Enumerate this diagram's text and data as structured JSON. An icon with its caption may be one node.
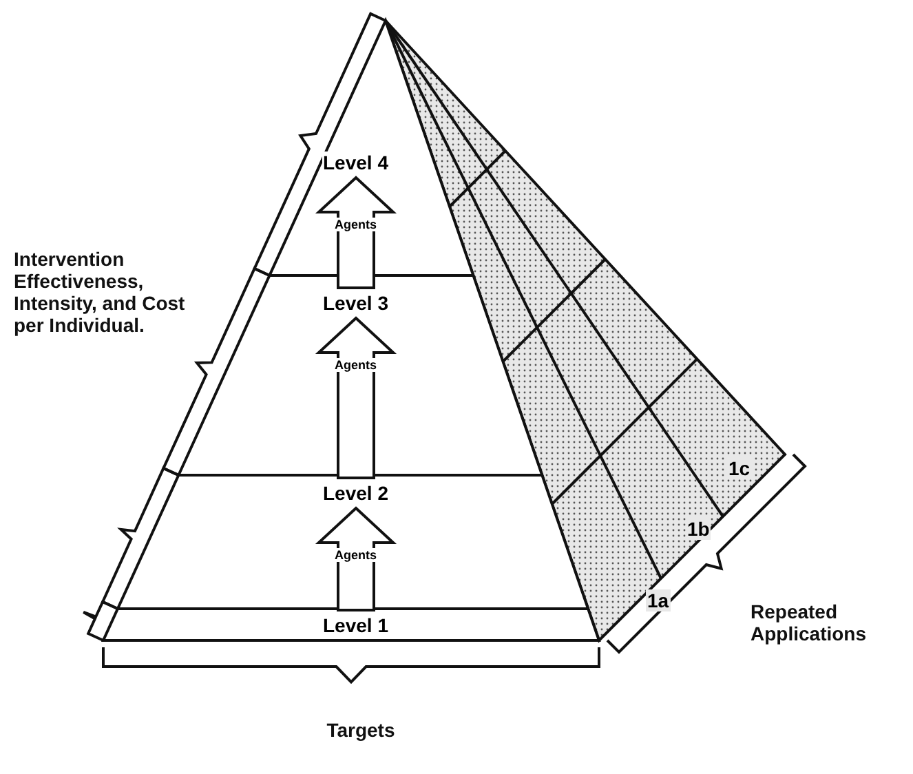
{
  "diagram": {
    "nodes": [
      {
        "text": [
          "Level 4"
        ]
      },
      {
        "text": [
          "Level 3"
        ]
      },
      {
        "text": [
          "Level 2"
        ]
      },
      {
        "text": [
          "Level 1"
        ]
      },
      {
        "text": [
          "1c"
        ]
      },
      {
        "text": [
          "1b"
        ]
      },
      {
        "text": [
          "1a"
        ]
      }
    ],
    "edges": [
      {
        "from": 1,
        "to": 0,
        "arrow": "to",
        "label": "Agents"
      },
      {
        "from": 2,
        "to": 1,
        "arrow": "to",
        "label": "Agents"
      },
      {
        "from": 3,
        "to": 2,
        "arrow": "to",
        "label": "Agents"
      }
    ],
    "labels": [
      "Intervention Effectiveness, Intensity, and Cost per Individual.",
      "Repeated Applications",
      "Targets"
    ]
  }
}
